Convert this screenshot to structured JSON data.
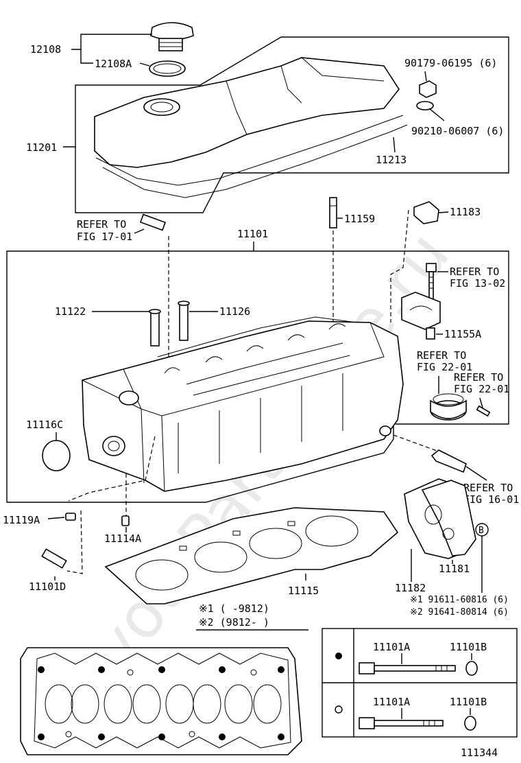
{
  "watermark": "ToyotaPartsMine.ru",
  "diagram_code": "111344",
  "labels": {
    "p12108": "12108",
    "p12108A": "12108A",
    "p11201": "11201",
    "p90179": "90179-06195 (6)",
    "p90210": "90210-06007 (6)",
    "p11213": "11213",
    "refer_to_1": "REFER TO",
    "fig_17_01": "FIG 17-01",
    "p11159": "11159",
    "p11183": "11183",
    "p11101": "11101",
    "refer_to_2": "REFER TO",
    "fig_13_02": "FIG 13-02",
    "p11122": "11122",
    "p11126": "11126",
    "p11155A": "11155A",
    "refer_to_3": "REFER TO",
    "fig_22_01a": "FIG 22-01",
    "refer_to_4": "REFER TO",
    "fig_22_01b": "FIG 22-01",
    "p11116C": "11116C",
    "refer_to_5": "REFER TO",
    "fig_16_01": "FIG 16-01",
    "p11119A": "11119A",
    "p11114A": "11114A",
    "circle_b": "B",
    "p11181": "11181",
    "p11101D": "11101D",
    "p11115": "11115",
    "p11182": "11182",
    "note1": "※1 91611-60816 (6)",
    "note2": "※2 91641-80814 (6)",
    "range1": "※1 (    -9812)",
    "range2": "※2 (9812-    )",
    "table_a1": "11101A",
    "table_b1": "11101B",
    "table_a2": "11101A",
    "table_b2": "11101B"
  }
}
